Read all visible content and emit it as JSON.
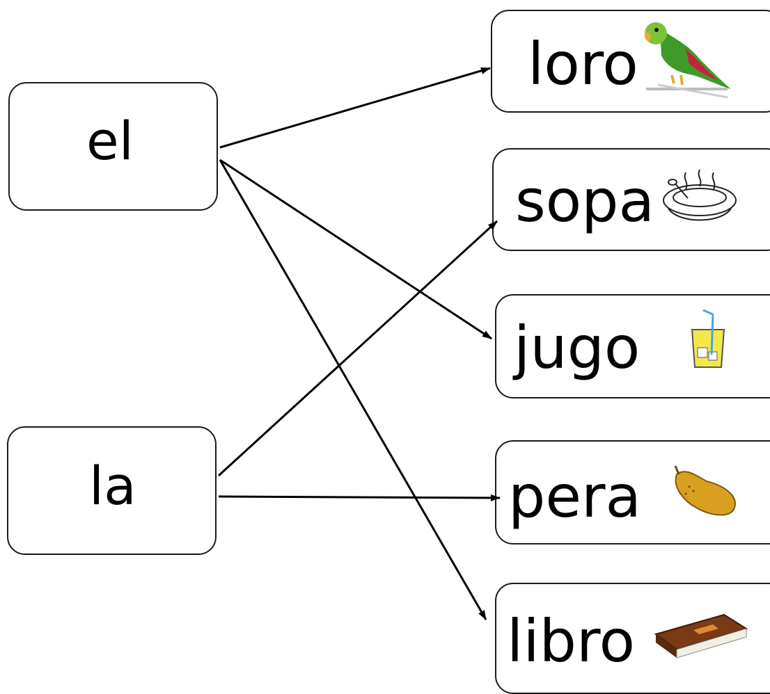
{
  "articles": [
    {
      "id": "el",
      "label": "el"
    },
    {
      "id": "la",
      "label": "la"
    }
  ],
  "nouns": [
    {
      "id": "loro",
      "label": "loro",
      "picture": "parrot-icon"
    },
    {
      "id": "sopa",
      "label": "sopa",
      "picture": "soup-bowl-icon"
    },
    {
      "id": "jugo",
      "label": "jugo",
      "picture": "juice-glass-icon"
    },
    {
      "id": "pera",
      "label": "pera",
      "picture": "pear-icon"
    },
    {
      "id": "libro",
      "label": "libro",
      "picture": "book-icon"
    }
  ],
  "connections": [
    {
      "from": "el",
      "to": "loro"
    },
    {
      "from": "el",
      "to": "jugo"
    },
    {
      "from": "el",
      "to": "libro"
    },
    {
      "from": "la",
      "to": "sopa"
    },
    {
      "from": "la",
      "to": "pera"
    }
  ],
  "colors": {
    "line": "#000000",
    "box_border": "#1a1a1a",
    "parrot_green": "#3f9a2a",
    "pear": "#d9a020",
    "book": "#7a3a16",
    "juice": "#f3e84a"
  }
}
